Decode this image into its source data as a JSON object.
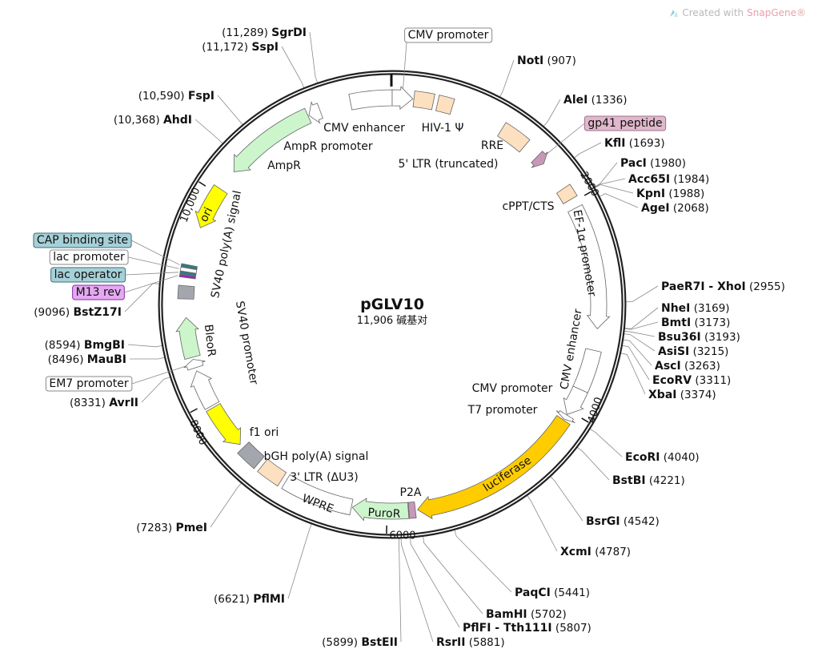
{
  "watermark": {
    "prefix": "Created with",
    "brand": "SnapGene®"
  },
  "plasmid": {
    "name": "pGLV10",
    "length_label": "11,906 碱基对",
    "length_bp": 11906
  },
  "ticks": [
    {
      "label": "2000",
      "bp": 2000
    },
    {
      "label": "4000",
      "bp": 4000
    },
    {
      "label": "6000",
      "bp": 6000
    },
    {
      "label": "8000",
      "bp": 8000
    },
    {
      "label": "10,000",
      "bp": 10000
    }
  ],
  "colors": {
    "beige": "#fde0c0",
    "purple": "#c898b8",
    "orange": "#ffcc00",
    "green": "#ccf5cc",
    "yellow": "#ffff00",
    "gray": "#a3a7ad",
    "teal": "#a6d0d8",
    "m13": "#e5a8f2",
    "white": "#ffffff"
  },
  "features": [
    {
      "name": "CMV enhancer",
      "start": 11520,
      "end": 11906,
      "shape": "box",
      "color": "#ffffff"
    },
    {
      "name": "CMV promoter",
      "start": 0,
      "end": 190,
      "shape": "cw",
      "color": "#ffffff"
    },
    {
      "name": "5' LTR (truncated)",
      "start": 200,
      "end": 380,
      "shape": "box",
      "color": "#fde0c0"
    },
    {
      "name": "HIV-1 Ψ",
      "start": 420,
      "end": 560,
      "shape": "box",
      "color": "#fde0c0"
    },
    {
      "name": "RRE",
      "start": 1060,
      "end": 1320,
      "shape": "box",
      "color": "#fde0c0"
    },
    {
      "name": "gp41 peptide",
      "start": 1470,
      "end": 1560,
      "shape": "cw",
      "color": "#c898b8"
    },
    {
      "name": "cPPT/CTS",
      "start": 1850,
      "end": 1970,
      "shape": "box",
      "color": "#fde0c0"
    },
    {
      "name": "EF-1α promoter",
      "start": 2060,
      "end": 3200,
      "shape": "cw",
      "color": "#ffffff"
    },
    {
      "name": "CMV enhancer",
      "start": 3400,
      "end": 3780,
      "shape": "box",
      "color": "#ffffff"
    },
    {
      "name": "CMV promoter",
      "start": 3780,
      "end": 4040,
      "shape": "cw",
      "color": "#ffffff"
    },
    {
      "name": "T7 promoter",
      "start": 4045,
      "end": 4090,
      "shape": "cw",
      "color": "#ffffff"
    },
    {
      "name": "luciferase",
      "start": 4100,
      "end": 5720,
      "shape": "cw",
      "color": "#ffcc00"
    },
    {
      "name": "P2A",
      "start": 5740,
      "end": 5800,
      "shape": "box",
      "color": "#c898b8"
    },
    {
      "name": "PuroR",
      "start": 5805,
      "end": 6320,
      "shape": "cw",
      "color": "#ccf5cc"
    },
    {
      "name": "WPRE",
      "start": 6330,
      "end": 6980,
      "shape": "box",
      "color": "#ffffff"
    },
    {
      "name": "3' LTR (ΔU3)",
      "start": 7020,
      "end": 7240,
      "shape": "box",
      "color": "#fde0c0"
    },
    {
      "name": "bGH poly(A) signal",
      "start": 7280,
      "end": 7480,
      "shape": "box",
      "color": "#a3a7ad"
    },
    {
      "name": "f1 ori",
      "start": 7520,
      "end": 7940,
      "shape": "ccw",
      "color": "#ffff00"
    },
    {
      "name": "SV40 promoter",
      "start": 7960,
      "end": 8310,
      "shape": "cw",
      "color": "#ffffff"
    },
    {
      "name": "EM7 promoter",
      "start": 8340,
      "end": 8420,
      "shape": "cw",
      "color": "#ffffff"
    },
    {
      "name": "BleoR",
      "start": 8440,
      "end": 8810,
      "shape": "cw",
      "color": "#ccf5cc"
    },
    {
      "name": "SV40 poly(A) signal",
      "start": 8980,
      "end": 9100,
      "shape": "box",
      "color": "#a3a7ad"
    },
    {
      "name": "M13 rev",
      "start": 9175,
      "end": 9195,
      "shape": "box",
      "color": "#a020c0"
    },
    {
      "name": "lac operator",
      "start": 9200,
      "end": 9225,
      "shape": "box",
      "color": "#2e7d8a"
    },
    {
      "name": "lac promoter",
      "start": 9228,
      "end": 9262,
      "shape": "box",
      "color": "#ffffff"
    },
    {
      "name": "CAP binding site",
      "start": 9265,
      "end": 9292,
      "shape": "box",
      "color": "#2e7d8a"
    },
    {
      "name": "ori",
      "start": 9650,
      "end": 10050,
      "shape": "ccw",
      "color": "#ffff00"
    },
    {
      "name": "AmpR",
      "start": 10250,
      "end": 11110,
      "shape": "ccw",
      "color": "#ccf5cc"
    },
    {
      "name": "AmpR promoter",
      "start": 11120,
      "end": 11230,
      "shape": "ccw",
      "color": "#ffffff"
    }
  ],
  "enzymes": [
    {
      "name": "NotI",
      "pos": "907",
      "bp": 907
    },
    {
      "name": "AleI",
      "pos": "1336",
      "bp": 1336
    },
    {
      "name": "KflI",
      "pos": "1693",
      "bp": 1693
    },
    {
      "name": "PacI",
      "pos": "1980",
      "bp": 1980
    },
    {
      "name": "Acc65I",
      "pos": "1984",
      "bp": 1984
    },
    {
      "name": "KpnI",
      "pos": "1988",
      "bp": 1988
    },
    {
      "name": "AgeI",
      "pos": "2068",
      "bp": 2068
    },
    {
      "name": "PaeR7I - XhoI",
      "pos": "2955",
      "bp": 2955
    },
    {
      "name": "NheI",
      "pos": "3169",
      "bp": 3169
    },
    {
      "name": "BmtI",
      "pos": "3173",
      "bp": 3173
    },
    {
      "name": "Bsu36I",
      "pos": "3193",
      "bp": 3193
    },
    {
      "name": "AsiSI",
      "pos": "3215",
      "bp": 3215
    },
    {
      "name": "AscI",
      "pos": "3263",
      "bp": 3263
    },
    {
      "name": "EcoRV",
      "pos": "3311",
      "bp": 3311
    },
    {
      "name": "XbaI",
      "pos": "3374",
      "bp": 3374
    },
    {
      "name": "EcoRI",
      "pos": "4040",
      "bp": 4040
    },
    {
      "name": "BstBI",
      "pos": "4221",
      "bp": 4221
    },
    {
      "name": "BsrGI",
      "pos": "4542",
      "bp": 4542
    },
    {
      "name": "XcmI",
      "pos": "4787",
      "bp": 4787
    },
    {
      "name": "PaqCI",
      "pos": "5441",
      "bp": 5441
    },
    {
      "name": "BamHI",
      "pos": "5702",
      "bp": 5702
    },
    {
      "name": "PflFI - Tth111I",
      "pos": "5807",
      "bp": 5807
    },
    {
      "name": "RsrII",
      "pos": "5881",
      "bp": 5881
    },
    {
      "name": "BstEII",
      "pos": "5899",
      "bp": 5899
    },
    {
      "name": "PflMI",
      "pos": "6621",
      "bp": 6621
    },
    {
      "name": "PmeI",
      "pos": "7283",
      "bp": 7283
    },
    {
      "name": "AvrII",
      "pos": "8331",
      "bp": 8331
    },
    {
      "name": "MauBI",
      "pos": "8496",
      "bp": 8496
    },
    {
      "name": "BmgBI",
      "pos": "8594",
      "bp": 8594
    },
    {
      "name": "BstZ17I",
      "pos": "9096",
      "bp": 9096
    },
    {
      "name": "AhdI",
      "pos": "10,368",
      "bp": 10368
    },
    {
      "name": "FspI",
      "pos": "10,590",
      "bp": 10590
    },
    {
      "name": "SspI",
      "pos": "11,172",
      "bp": 11172
    },
    {
      "name": "SgrDI",
      "pos": "11,289",
      "bp": 11289
    }
  ]
}
